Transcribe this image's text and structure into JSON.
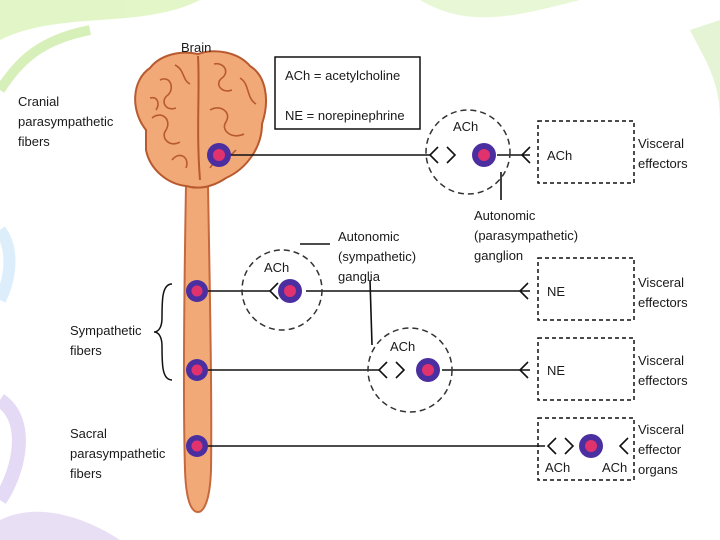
{
  "labels": {
    "brain": "Brain",
    "cranial": [
      "Cranial",
      "parasympathetic",
      "fibers"
    ],
    "sympathetic": [
      "Sympathetic",
      "fibers"
    ],
    "sacral": [
      "Sacral",
      "parasympathetic",
      "fibers"
    ],
    "legend_ach": "ACh = acetylcholine",
    "legend_ne": "NE = norepinephrine",
    "auto_symp": [
      "Autonomic",
      "(sympathetic)",
      "ganglia"
    ],
    "auto_para": [
      "Autonomic",
      "(parasympathetic)",
      "ganglion"
    ],
    "ach": "ACh",
    "ne": "NE",
    "visceral_effectors": [
      "Visceral",
      "effectors"
    ],
    "visceral_effector_organs": [
      "Visceral",
      "effector",
      "organs"
    ]
  },
  "colors": {
    "tissue": "#f2a978",
    "tissue_dark": "#c7683d",
    "neuron_outer": "#4b2fa0",
    "neuron_inner": "#e0336e",
    "line": "#111111",
    "bg_swirl_green": "#dff5c2",
    "bg_swirl_blue": "#d9ecfb",
    "bg_swirl_purple": "#e7dcf5"
  }
}
